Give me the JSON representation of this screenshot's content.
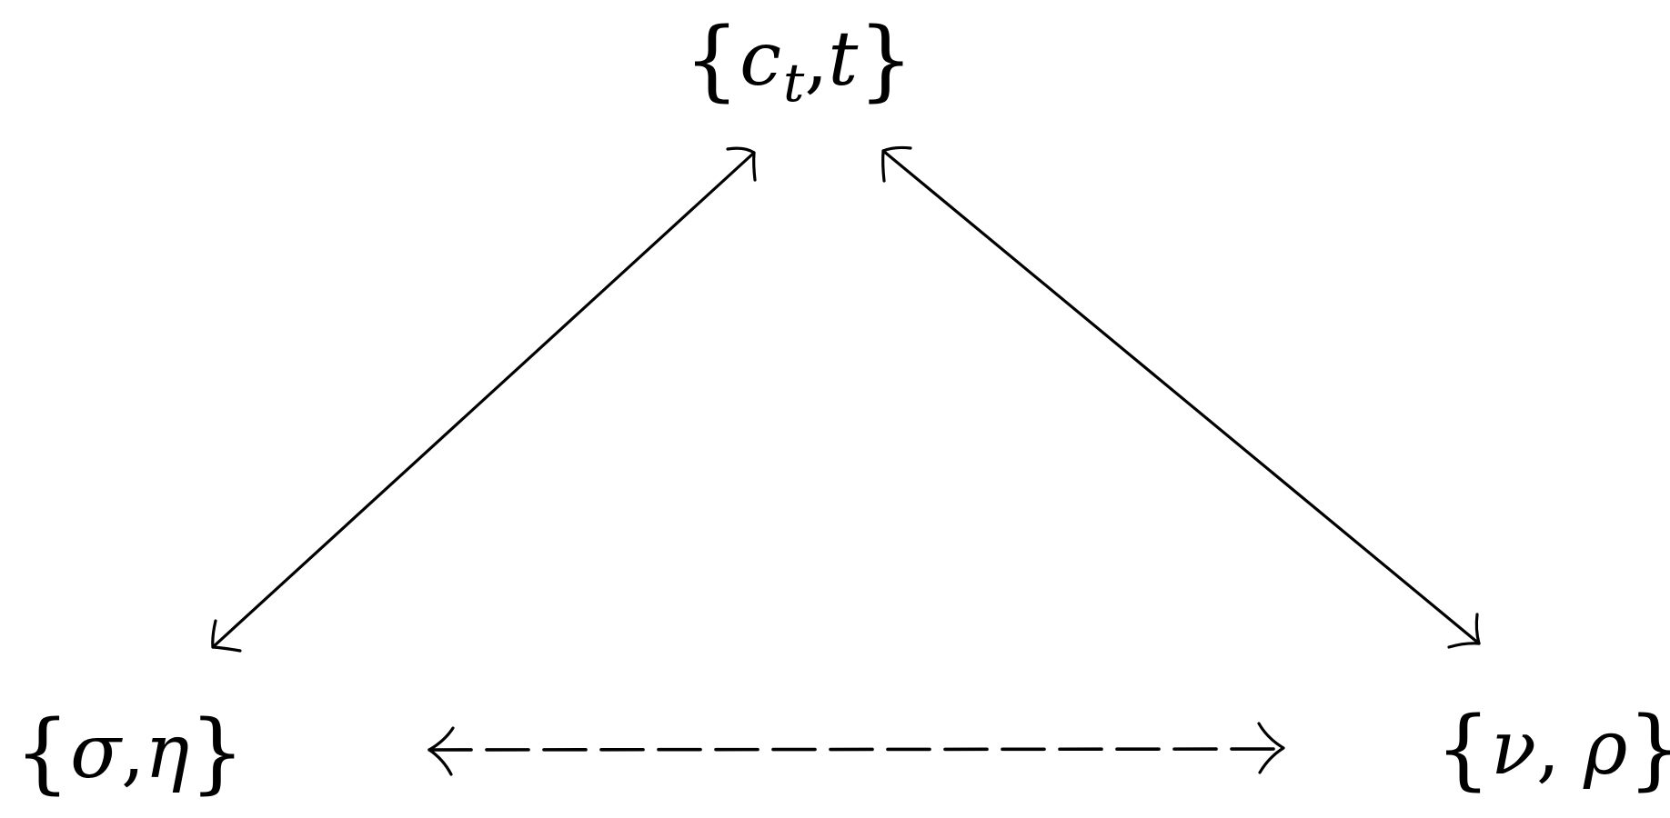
{
  "diagram": {
    "type": "triangle-relation",
    "background": "#ffffff",
    "stroke_color": "#000000",
    "nodes": {
      "top": {
        "open": "{",
        "var1": "c",
        "var1_sub": "t",
        "sep": ",",
        "var2": "t",
        "close": "}"
      },
      "bottom_left": {
        "open": "{",
        "var1": "σ",
        "sep": ",",
        "var2": "η",
        "close": "}"
      },
      "bottom_right": {
        "open": "{",
        "var1": "ν",
        "sep": ", ",
        "var2": "ρ",
        "close": "}"
      }
    },
    "edges": [
      {
        "from": "top",
        "to": "bottom_left",
        "style": "solid",
        "direction": "bidirectional"
      },
      {
        "from": "top",
        "to": "bottom_right",
        "style": "solid",
        "direction": "bidirectional"
      },
      {
        "from": "bottom_left",
        "to": "bottom_right",
        "style": "dashed",
        "direction": "bidirectional"
      }
    ]
  }
}
